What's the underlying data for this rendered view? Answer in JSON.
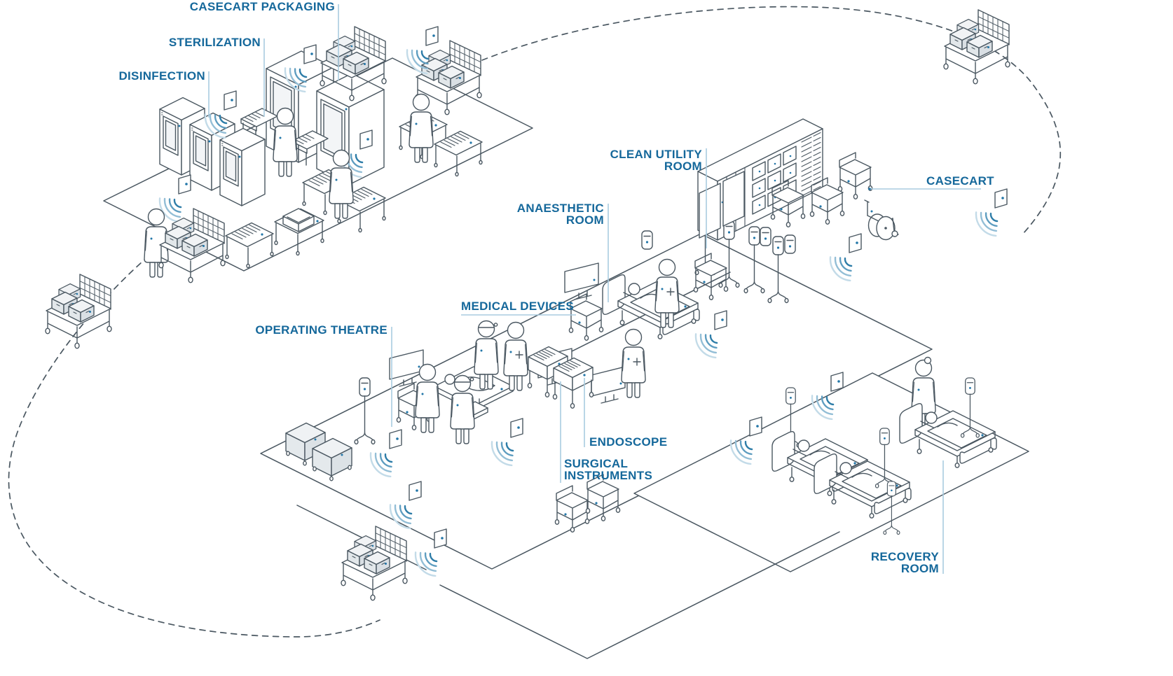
{
  "diagram": {
    "type": "isometric-hospital-sterile-supply-workflow",
    "labels": {
      "disinfection": {
        "lines": [
          "DISINFECTION"
        ]
      },
      "sterilization": {
        "lines": [
          "STERILIZATION"
        ]
      },
      "casecart_packaging": {
        "lines": [
          "CASECART PACKAGING"
        ]
      },
      "clean_utility_room": {
        "lines": [
          "CLEAN UTILITY",
          "ROOM"
        ]
      },
      "anaesthetic_room": {
        "lines": [
          "ANAESTHETIC",
          "ROOM"
        ]
      },
      "casecart": {
        "lines": [
          "CASECART"
        ]
      },
      "medical_devices": {
        "lines": [
          "MEDICAL DEVICES"
        ]
      },
      "operating_theatre": {
        "lines": [
          "OPERATING THEATRE"
        ]
      },
      "endoscope": {
        "lines": [
          "ENDOSCOPE"
        ]
      },
      "surgical_instruments": {
        "lines": [
          "SURGICAL",
          "INSTRUMENTS"
        ]
      },
      "recovery_room": {
        "lines": [
          "RECOVERY",
          "ROOM"
        ]
      }
    },
    "colors": {
      "label_text": "#15689B",
      "leader_line": "#A9CCDF",
      "line_art": "#4A5761",
      "tag_dot": "#2276A8",
      "wave_shades": [
        "#2E7DA8",
        "#5E9DC0",
        "#93BED6",
        "#C3DBE8"
      ],
      "box_fill": "#E2E7EA",
      "background": "#FFFFFF"
    },
    "scene": {
      "route_style": "dashed loop",
      "rfid_antennas": 14,
      "casecarts_with_boxes": 6,
      "utility_trolleys": 8,
      "endoscope_carts": 2,
      "beds": 4,
      "operating_tables": 1,
      "staff_figures": 11,
      "wheelchairs": 1,
      "monitors": 4,
      "iv_poles": 9
    }
  }
}
